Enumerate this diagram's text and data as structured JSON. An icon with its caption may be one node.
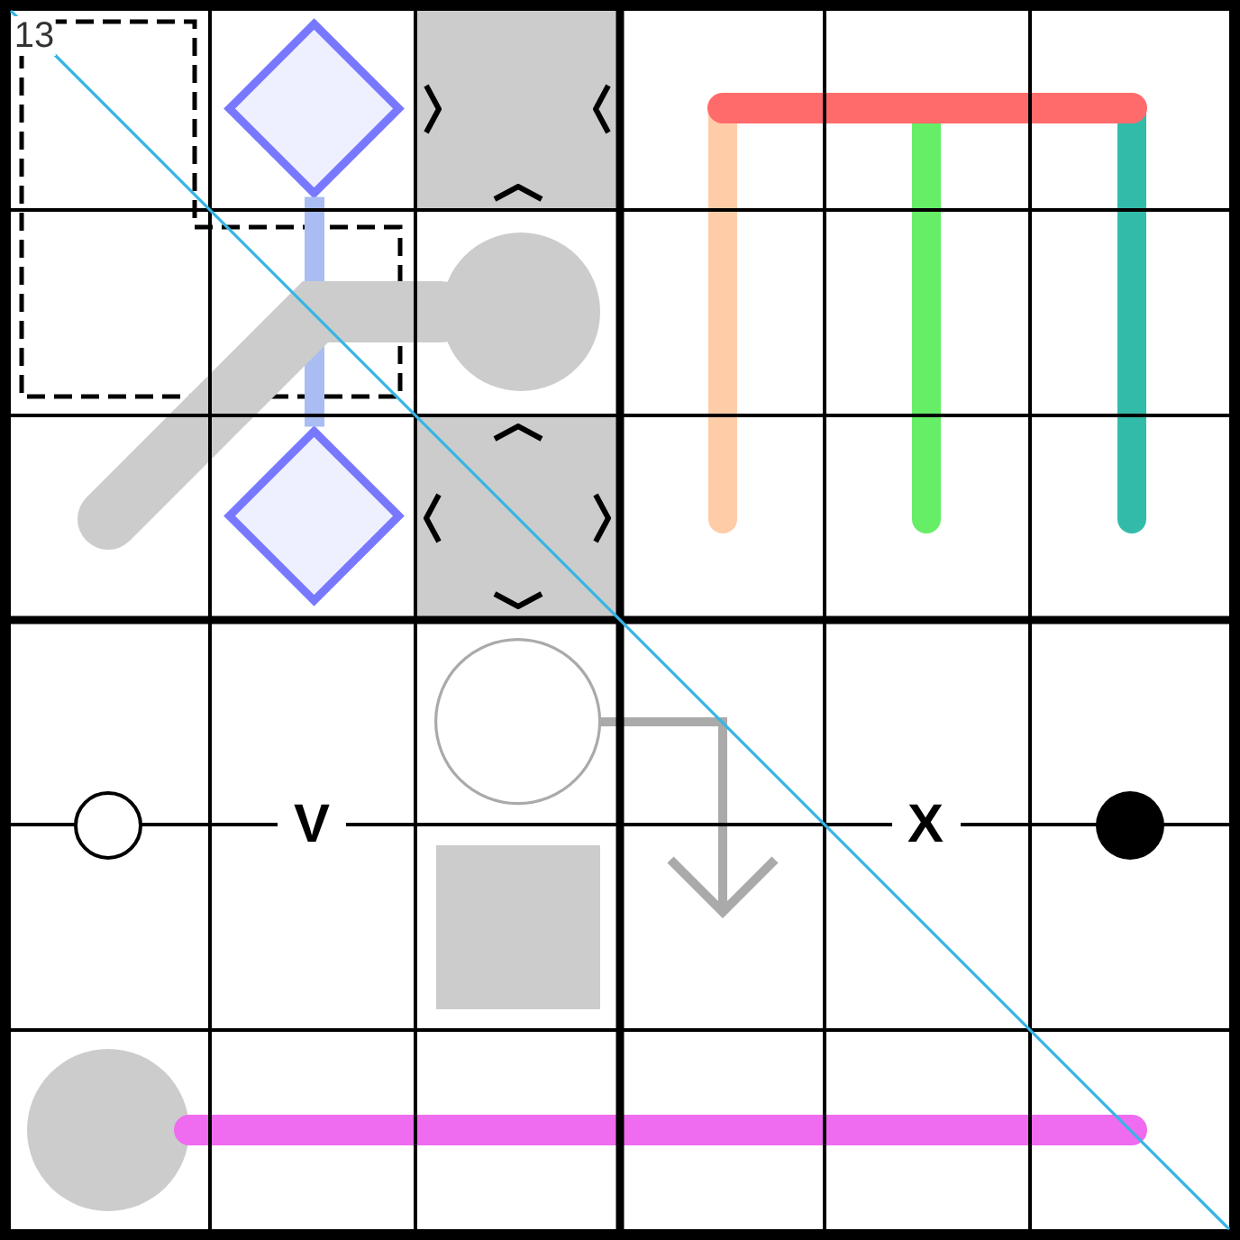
{
  "diagram": {
    "nodes": [
      {
        "text": [],
        "shape": "diamond"
      },
      {
        "text": [],
        "shape": "circle"
      },
      {
        "text": [],
        "shape": "diamond"
      },
      {
        "text": [],
        "shape": "circle"
      },
      {
        "text": [],
        "shape": "circle"
      },
      {
        "text": [],
        "shape": "circle"
      },
      {
        "text": [],
        "shape": "box"
      },
      {
        "text": [],
        "shape": "circle"
      }
    ],
    "edges": [
      {
        "from": 0,
        "to": 2,
        "arrow": "none",
        "color": "#a9bdf3"
      },
      {
        "from": null,
        "to": 1,
        "arrow": "none",
        "style": "thick",
        "color": "#cccccc"
      },
      {
        "from": 3,
        "to": null,
        "arrow": "to",
        "color": "#aaaaaa"
      },
      {
        "from": 7,
        "to": null,
        "arrow": "none",
        "color": "#ef6bef"
      }
    ],
    "labels": [
      "13",
      "V",
      "X"
    ]
  }
}
